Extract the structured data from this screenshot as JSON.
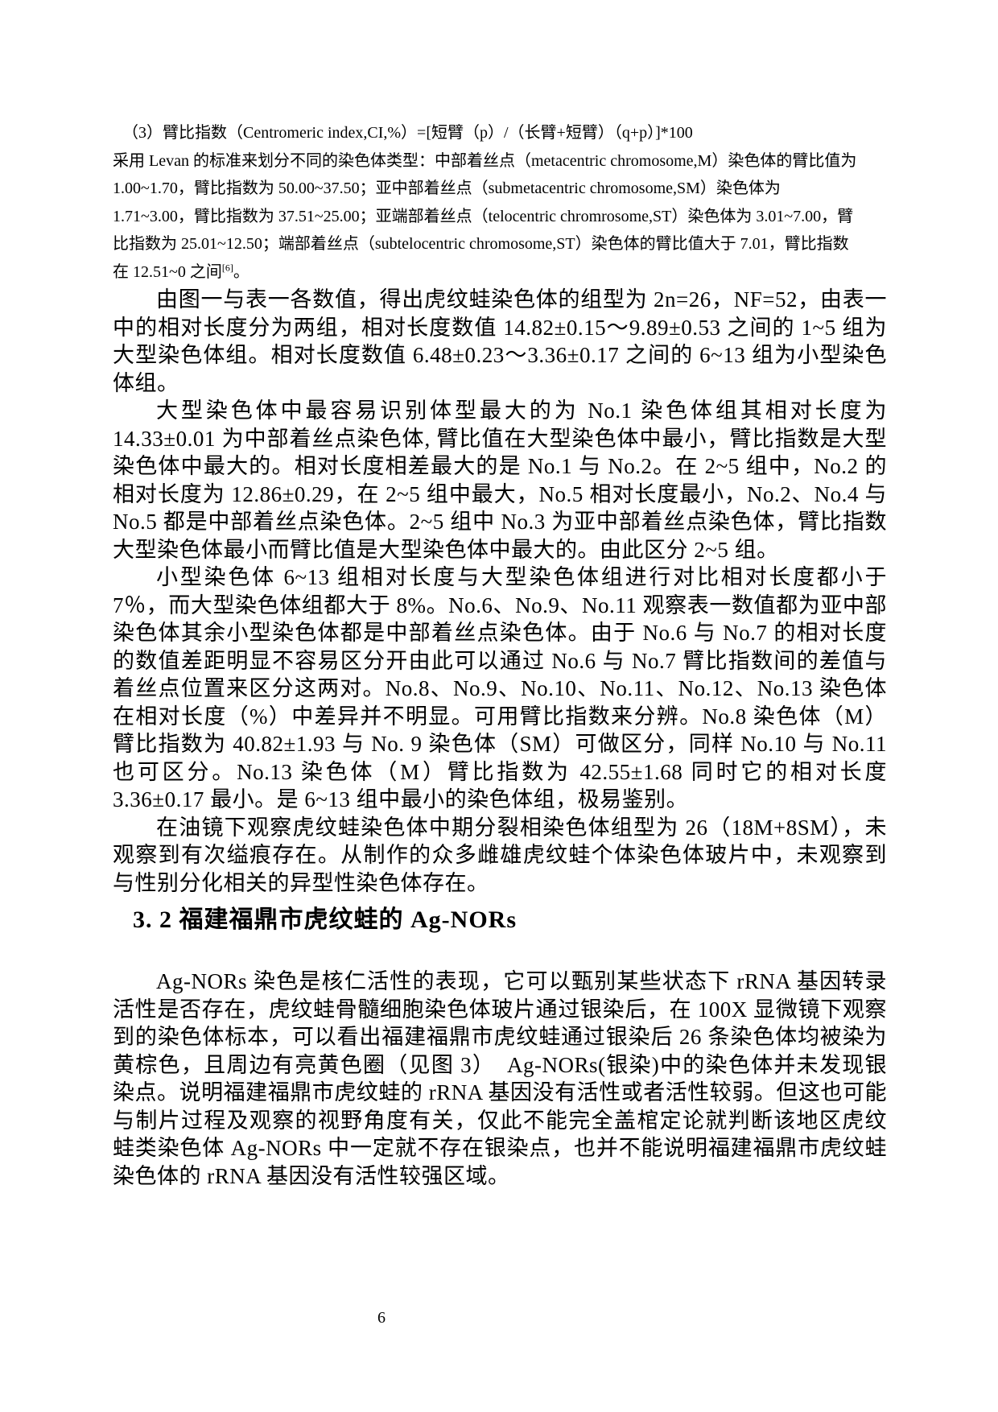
{
  "colors": {
    "page_background": "#ffffff",
    "text": "#000000"
  },
  "document": {
    "note": {
      "lines": [
        "（3）臂比指数（Centromeric index,CI,%）=[短臂（p）/（长臂+短臂）（q+p）]*100",
        "采用 Levan 的标准来划分不同的染色体类型：中部着丝点（metacentric chromosome,M）染色体的臂比值为",
        "1.00~1.70，臂比指数为 50.00~37.50；亚中部着丝点（submetacentric chromosome,SM）染色体为",
        "1.71~3.00，臂比指数为 37.51~25.00；亚端部着丝点（telocentric chromrosome,ST）染色体为 3.01~7.00，臂",
        "比指数为 25.01~12.50；端部着丝点（subtelocentric chromosome,ST）染色体的臂比值大于 7.01，臂比指数"
      ],
      "last_line": {
        "text": "在 12.51~0 之间",
        "superscript": "[6]",
        "period": "。"
      }
    },
    "paragraphs": [
      "由图一与表一各数值，得出虎纹蛙染色体的组型为 2n=26，NF=52，由表一中的相对长度分为两组，相对长度数值 14.82±0.15～9.89±0.53 之间的 1~5 组为大型染色体组。相对长度数值 6.48±0.23～3.36±0.17 之间的 6~13 组为小型染色体组。",
      "大型染色体中最容易识别体型最大的为 No.1 染色体组其相对长度为 14.33±0.01 为中部着丝点染色体, 臂比值在大型染色体中最小，臂比指数是大型染色体中最大的。相对长度相差最大的是 No.1 与 No.2。在 2~5 组中，No.2 的相对长度为 12.86±0.29，在 2~5 组中最大，No.5 相对长度最小，No.2、No.4 与 No.5 都是中部着丝点染色体。2~5 组中 No.3 为亚中部着丝点染色体，臂比指数大型染色体最小而臂比值是大型染色体中最大的。由此区分 2~5 组。",
      "小型染色体 6~13 组相对长度与大型染色体组进行对比相对长度都小于 7％，而大型染色体组都大于 8%。No.6、No.9、No.11 观察表一数值都为亚中部染色体其余小型染色体都是中部着丝点染色体。由于 No.6 与 No.7 的相对长度的数值差距明显不容易区分开由此可以通过 No.6 与 No.7 臂比指数间的差值与着丝点位置来区分这两对。No.8、No.9、No.10、No.11、No.12、No.13 染色体在相对长度（%）中差异并不明显。可用臂比指数来分辨。No.8 染色体（M）臂比指数为 40.82±1.93 与 No. 9 染色体（SM）可做区分，同样 No.10 与 No.11 也可区分。No.13 染色体（M）臂比指数为 42.55±1.68 同时它的相对长度 3.36±0.17 最小。是 6~13 组中最小的染色体组，极易鉴别。",
      "在油镜下观察虎纹蛙染色体中期分裂相染色体组型为 26（18M+8SM），未观察到有次缢痕存在。从制作的众多雌雄虎纹蛙个体染色体玻片中，未观察到与性别分化相关的异型性染色体存在。"
    ],
    "section_heading": "3. 2 福建福鼎市虎纹蛙的 Ag-NORs",
    "ag_nors_paragraph": "Ag-NORs 染色是核仁活性的表现，它可以甄别某些状态下 rRNA 基因转录活性是否存在，虎纹蛙骨髓细胞染色体玻片通过银染后，在 100X 显微镜下观察到的染色体标本，可以看出福建福鼎市虎纹蛙通过银染后 26 条染色体均被染为黄棕色，且周边有亮黄色圈（见图 3）　Ag-NORs(银染)中的染色体并未发现银染点。说明福建福鼎市虎纹蛙的 rRNA 基因没有活性或者活性较弱。但这也可能与制片过程及观察的视野角度有关，仅此不能完全盖棺定论就判断该地区虎纹蛙类染色体 Ag-NORs 中一定就不存在银染点，也并不能说明福建福鼎市虎纹蛙染色体的 rRNA 基因没有活性较强区域。",
    "page_number": "6"
  }
}
